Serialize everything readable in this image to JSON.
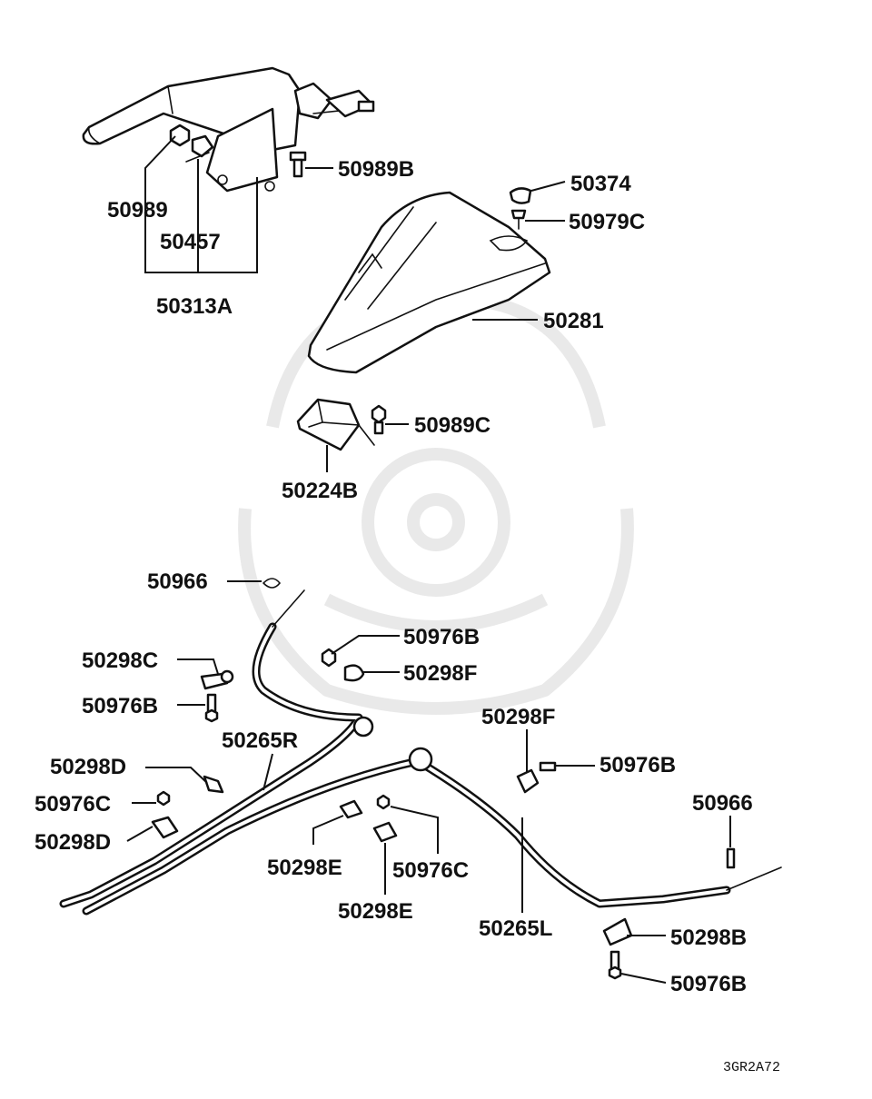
{
  "diagram": {
    "labels": {
      "p50989": "50989",
      "p50457": "50457",
      "p50313A": "50313A",
      "p50989B": "50989B",
      "p50374": "50374",
      "p50979C": "50979C",
      "p50281": "50281",
      "p50989C": "50989C",
      "p50224B": "50224B",
      "p50966_a": "50966",
      "p50976B_a": "50976B",
      "p50298F_a": "50298F",
      "p50298C": "50298C",
      "p50976B_b": "50976B",
      "p50265R": "50265R",
      "p50298F_b": "50298F",
      "p50976B_c": "50976B",
      "p50298D_a": "50298D",
      "p50976C_a": "50976C",
      "p50298D_b": "50298D",
      "p50966_b": "50966",
      "p50298E_a": "50298E",
      "p50976C_b": "50976C",
      "p50298E_b": "50298E",
      "p50265L": "50265L",
      "p50298B": "50298B",
      "p50976B_d": "50976B"
    },
    "figure_code": "3GR2A72"
  }
}
